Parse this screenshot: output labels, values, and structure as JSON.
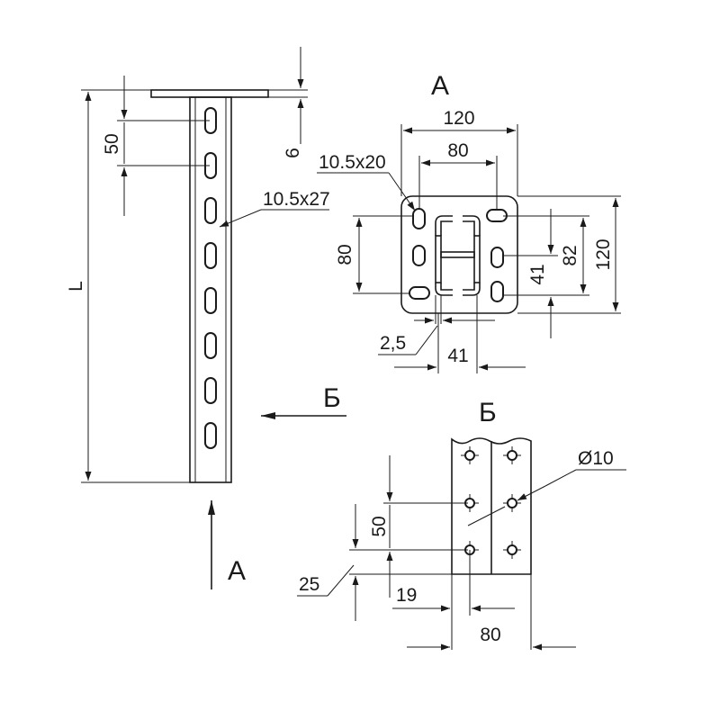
{
  "views": {
    "a_label": "А",
    "b_label": "Б",
    "a_arrow_label": "А",
    "b_arrow_label": "Б"
  },
  "side_view": {
    "length": "L",
    "pitch": "50",
    "plate_thickness": "6",
    "slot": "10.5x27"
  },
  "view_a": {
    "width_outer": "120",
    "width_holes": "80",
    "slot": "10.5x20",
    "height_left": "80",
    "height_82": "82",
    "height_120": "120",
    "offset_41_v": "41",
    "wall": "2,5",
    "offset_41_h": "41"
  },
  "view_b": {
    "diameter": "Ø10",
    "pitch": "50",
    "end_offset": "25",
    "edge_offset": "19",
    "width": "80"
  }
}
